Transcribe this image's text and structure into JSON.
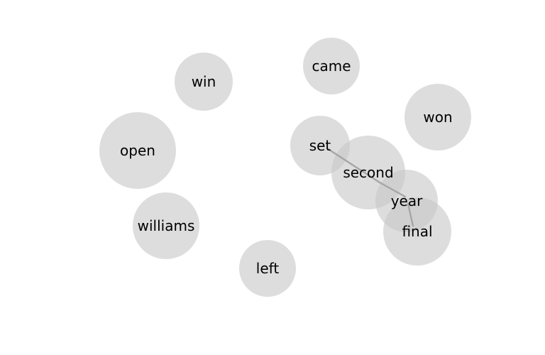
{
  "diagram": {
    "type": "word-association-network",
    "node_color": "#c8c8c8",
    "edge_color": "#a6a6a6",
    "label_color": "#000000",
    "background_color": "#ffffff",
    "nodes": [
      {
        "id": "came",
        "label": "came"
      },
      {
        "id": "win",
        "label": "win"
      },
      {
        "id": "won",
        "label": "won"
      },
      {
        "id": "open",
        "label": "open"
      },
      {
        "id": "set",
        "label": "set"
      },
      {
        "id": "second",
        "label": "second"
      },
      {
        "id": "year",
        "label": "year"
      },
      {
        "id": "williams",
        "label": "williams"
      },
      {
        "id": "final",
        "label": "final"
      },
      {
        "id": "left",
        "label": "left"
      }
    ],
    "edges": [
      {
        "source": "set",
        "target": "second"
      },
      {
        "source": "second",
        "target": "year"
      },
      {
        "source": "year",
        "target": "final"
      }
    ]
  }
}
